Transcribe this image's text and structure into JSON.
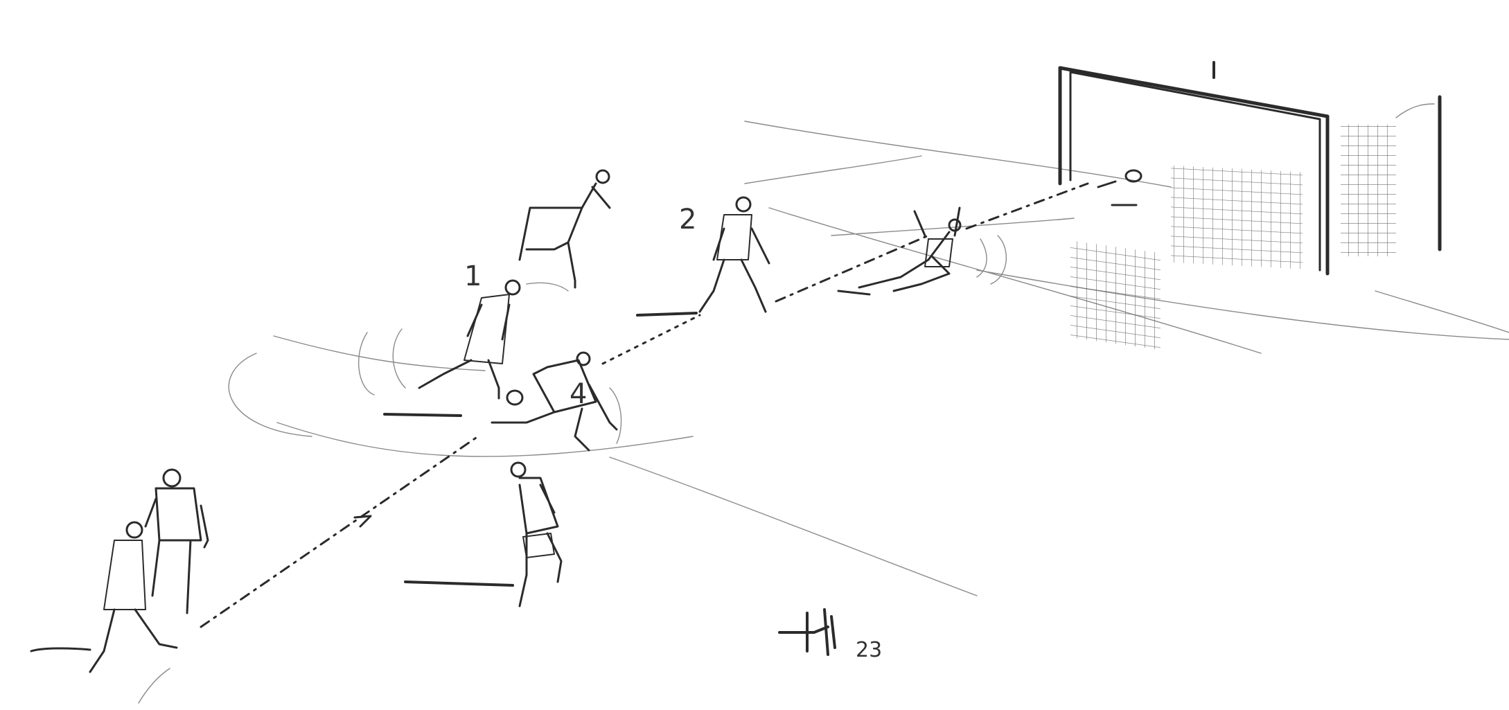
{
  "sketch": {
    "ink_color": "#2b2b2b",
    "paper_color": "#ffffff",
    "player_labels": [
      "1",
      "2",
      "4"
    ],
    "signature_year": "23"
  }
}
